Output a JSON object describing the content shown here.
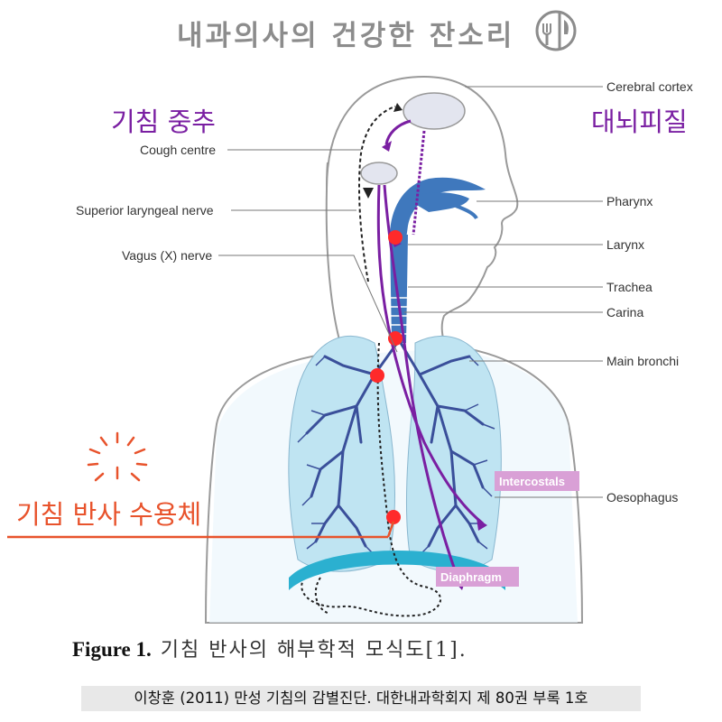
{
  "header": {
    "title": "내과의사의 건강한 잔소리",
    "logo_icon": "fork-knife-circle-icon"
  },
  "diagram": {
    "labels_left": {
      "cough_centre": "Cough centre",
      "superior_laryngeal_nerve": "Superior laryngeal nerve",
      "vagus_nerve": "Vagus (X) nerve"
    },
    "labels_right": {
      "cerebral_cortex": "Cerebral cortex",
      "pharynx": "Pharynx",
      "larynx": "Larynx",
      "trachea": "Trachea",
      "carina": "Carina",
      "main_bronchi": "Main bronchi",
      "oesophagus": "Oesophagus"
    },
    "tags": {
      "intercostals": "Intercostals",
      "diaphragm": "Diaphragm"
    },
    "korean": {
      "cough_centre": "기침 중추",
      "cerebral_cortex": "대뇌피질",
      "receptor": "기침 반사 수용체"
    },
    "colors": {
      "purple": "#7a1fa2",
      "receptor_red": "#e8532c",
      "airway_blue": "#3f78bd",
      "lung_fill": "#bfe4f2",
      "tag_bg": "#d9a0d6"
    }
  },
  "caption": {
    "figure_label": "Figure 1.",
    "text": "기침 반사의 해부학적 모식도[1]."
  },
  "citation": "이창훈 (2011) 만성 기침의 감별진단. 대한내과학회지 제 80권 부록 1호"
}
